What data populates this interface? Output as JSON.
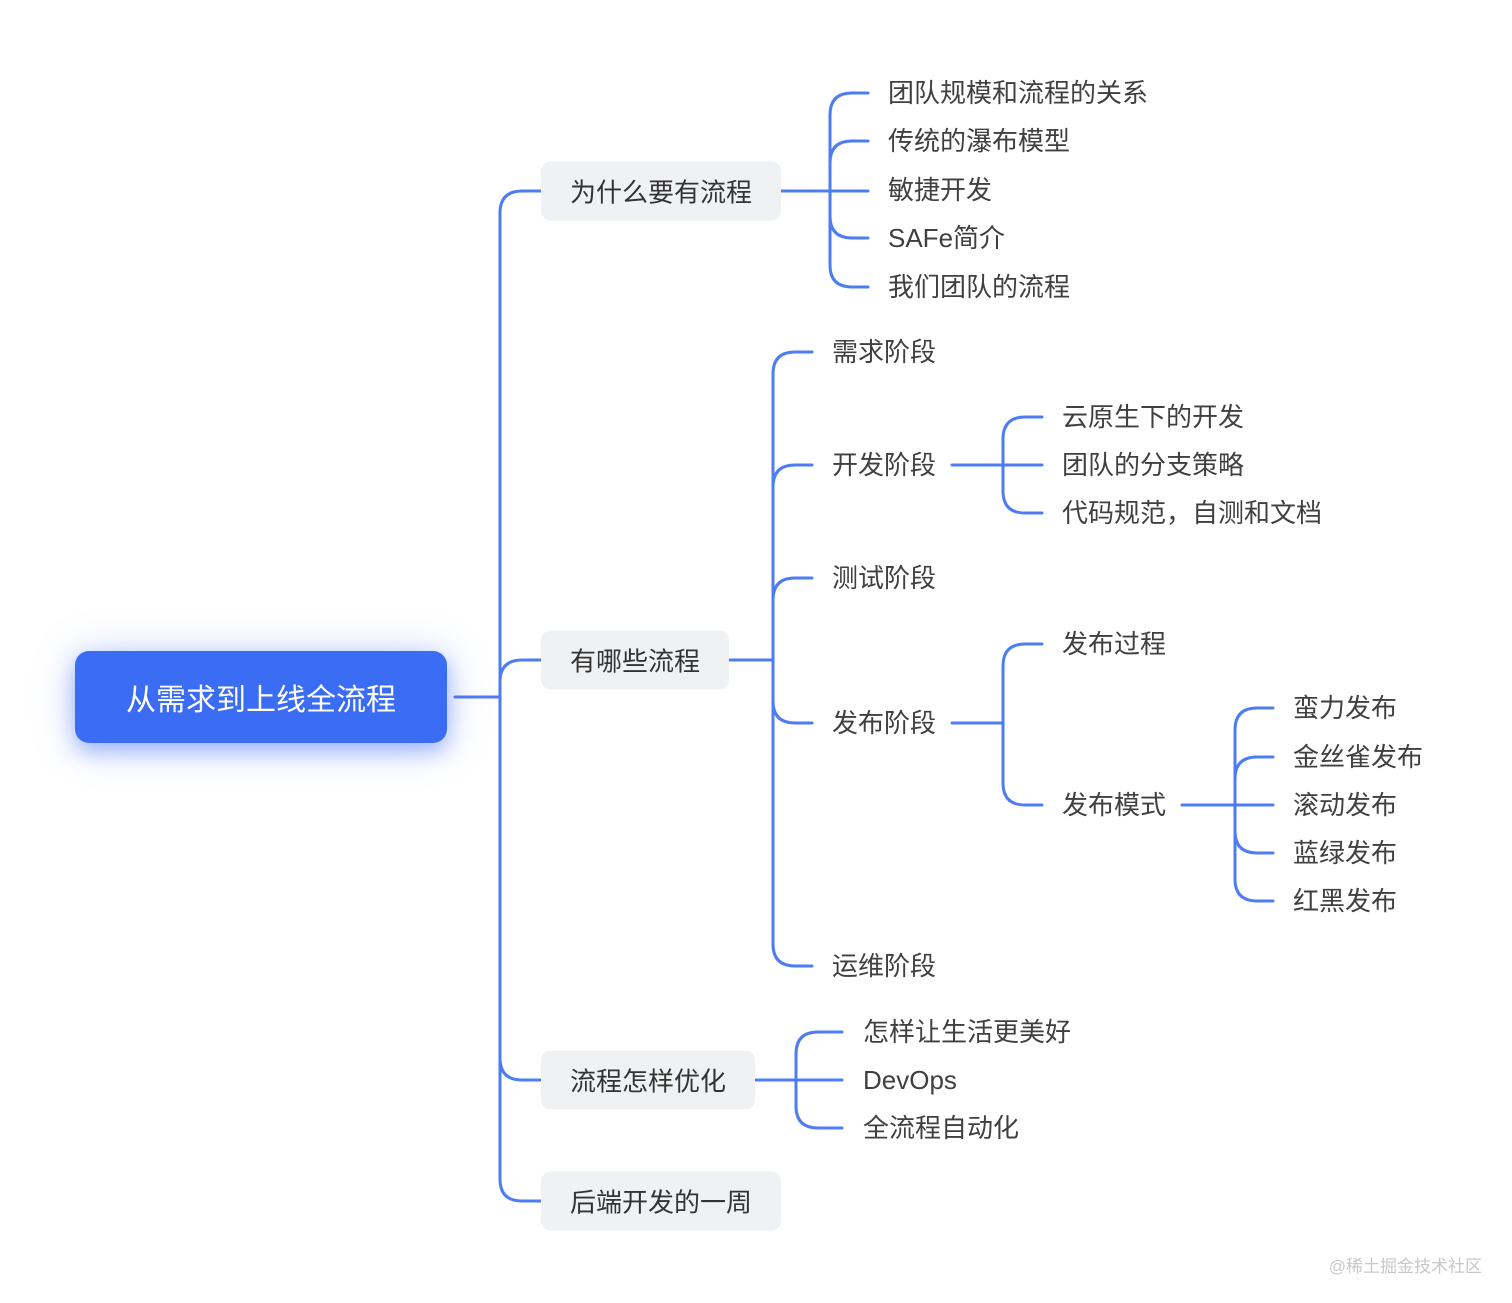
{
  "root": {
    "label": "从需求到上线全流程"
  },
  "branches": [
    {
      "label": "为什么要有流程",
      "children": [
        {
          "label": "团队规模和流程的关系"
        },
        {
          "label": "传统的瀑布模型"
        },
        {
          "label": "敏捷开发"
        },
        {
          "label": "SAFe简介"
        },
        {
          "label": "我们团队的流程"
        }
      ]
    },
    {
      "label": "有哪些流程",
      "children": [
        {
          "label": "需求阶段"
        },
        {
          "label": "开发阶段",
          "children": [
            {
              "label": "云原生下的开发"
            },
            {
              "label": "团队的分支策略"
            },
            {
              "label": "代码规范，自测和文档"
            }
          ]
        },
        {
          "label": "测试阶段"
        },
        {
          "label": "发布阶段",
          "children": [
            {
              "label": "发布过程"
            },
            {
              "label": "发布模式",
              "children": [
                {
                  "label": "蛮力发布"
                },
                {
                  "label": "金丝雀发布"
                },
                {
                  "label": "滚动发布"
                },
                {
                  "label": "蓝绿发布"
                },
                {
                  "label": "红黑发布"
                }
              ]
            }
          ]
        },
        {
          "label": "运维阶段"
        }
      ]
    },
    {
      "label": "流程怎样优化",
      "children": [
        {
          "label": "怎样让生活更美好"
        },
        {
          "label": "DevOps"
        },
        {
          "label": "全流程自动化"
        }
      ]
    },
    {
      "label": "后端开发的一周"
    }
  ],
  "watermark": "@稀土掘金技术社区",
  "colors": {
    "connector": "#4e7cf2",
    "root_bg": "#3b6cf4",
    "root_text": "#ffffff",
    "topic_bg": "#f0f1f3",
    "topic_text": "#333333",
    "leaf_text": "#404040",
    "watermark_text": "#c8c8c8"
  }
}
